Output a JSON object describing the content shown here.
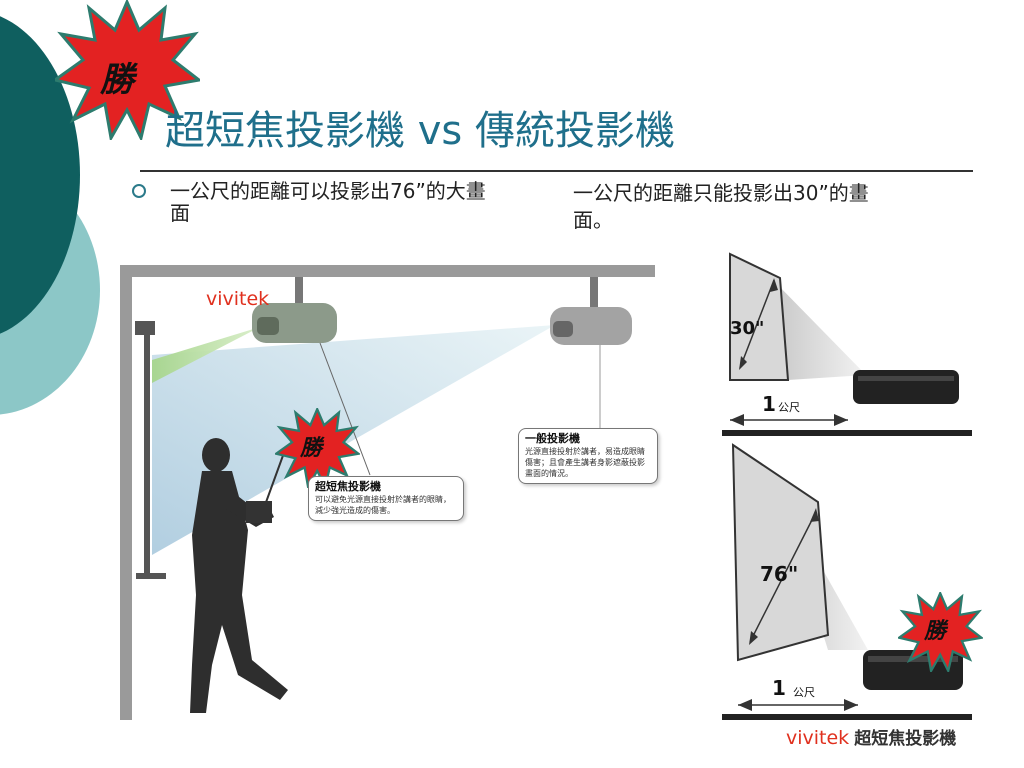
{
  "slide": {
    "title": "超短焦投影機  vs 傳統投影機",
    "win_badge": "勝",
    "bullet_left": "一公尺的距離可以投影出76”的大畫面",
    "text_right": "一公尺的距離只能投影出30”的畫面。"
  },
  "room": {
    "brand_label": "vivitek",
    "ust_callout_title": "超短焦投影機",
    "ust_callout_text": "可以避免光源直接投射於講者的眼睛，減少強光造成的傷害。",
    "normal_callout_title": "一般投影機",
    "normal_callout_text": "光源直接投射於講者，易造成眼睛傷害；且會產生講者身影遮蔽投影畫面的情況。"
  },
  "comparison": {
    "top_size": "30\"",
    "top_distance_num": "1",
    "top_distance_unit": "公尺",
    "bottom_size": "76\"",
    "bottom_distance_num": "1",
    "bottom_distance_unit": "公尺",
    "footer_brand": "vivitek",
    "footer_product": "超短焦投影機"
  },
  "colors": {
    "accent_teal": "#1f6f8b",
    "dark_teal": "#0f5f5f",
    "light_teal": "#8cc7c7",
    "win_red": "#e32222"
  }
}
